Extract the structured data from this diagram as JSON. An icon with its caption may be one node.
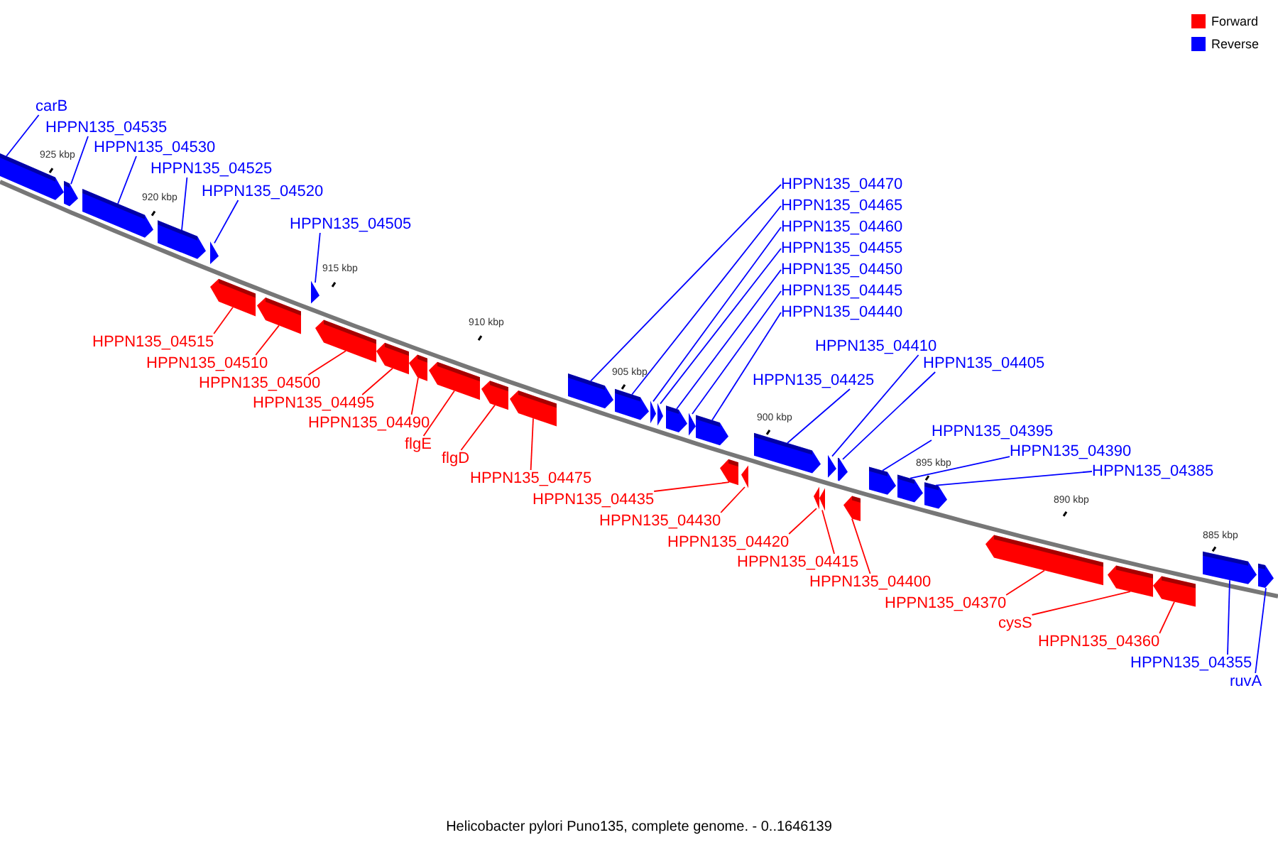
{
  "diagram": {
    "caption": "Helicobacter pylori Puno135, complete genome. - 0..1646139",
    "nodes": [
      {
        "text": [
          "carB"
        ]
      },
      {
        "text": [],
        "shape": "bar"
      },
      {
        "text": [
          "HPPN135_04535"
        ]
      },
      {
        "text": [],
        "shape": "bar"
      },
      {
        "text": [
          "HPPN135_04530"
        ]
      },
      {
        "text": [],
        "shape": "bar"
      },
      {
        "text": [
          "HPPN135_04525"
        ]
      },
      {
        "text": [],
        "shape": "bar"
      },
      {
        "text": [
          "HPPN135_04520"
        ]
      },
      {
        "text": [],
        "shape": "bar"
      },
      {
        "text": [
          "HPPN135_04515"
        ]
      },
      {
        "text": [],
        "shape": "bar"
      },
      {
        "text": [
          "HPPN135_04510"
        ]
      },
      {
        "text": [],
        "shape": "bar"
      },
      {
        "text": [
          "HPPN135_04505"
        ]
      },
      {
        "text": [],
        "shape": "bar"
      },
      {
        "text": [
          "HPPN135_04500"
        ]
      },
      {
        "text": [],
        "shape": "bar"
      },
      {
        "text": [
          "HPPN135_04495"
        ]
      },
      {
        "text": [],
        "shape": "bar"
      },
      {
        "text": [
          "HPPN135_04490"
        ]
      },
      {
        "text": [],
        "shape": "bar"
      },
      {
        "text": [
          "flgE"
        ]
      },
      {
        "text": [],
        "shape": "bar"
      },
      {
        "text": [
          "flgD"
        ]
      },
      {
        "text": [],
        "shape": "bar"
      },
      {
        "text": [
          "HPPN135_04475"
        ]
      },
      {
        "text": [],
        "shape": "bar"
      },
      {
        "text": [
          "HPPN135_04470"
        ]
      },
      {
        "text": [],
        "shape": "bar"
      },
      {
        "text": [
          "HPPN135_04465"
        ]
      },
      {
        "text": [],
        "shape": "bar"
      },
      {
        "text": [
          "HPPN135_04460"
        ]
      },
      {
        "text": [],
        "shape": "bar"
      },
      {
        "text": [
          "HPPN135_04455"
        ]
      },
      {
        "text": [],
        "shape": "bar"
      },
      {
        "text": [
          "HPPN135_04450"
        ]
      },
      {
        "text": [],
        "shape": "bar"
      },
      {
        "text": [
          "HPPN135_04445"
        ]
      },
      {
        "text": [],
        "shape": "bar"
      },
      {
        "text": [
          "HPPN135_04440"
        ]
      },
      {
        "text": [],
        "shape": "bar"
      },
      {
        "text": [
          "HPPN135_04435"
        ]
      },
      {
        "text": [],
        "shape": "bar"
      },
      {
        "text": [
          "HPPN135_04430"
        ]
      },
      {
        "text": [],
        "shape": "bar"
      },
      {
        "text": [
          "HPPN135_04425"
        ]
      },
      {
        "text": [],
        "shape": "bar"
      },
      {
        "text": [
          "HPPN135_04420"
        ]
      },
      {
        "text": [],
        "shape": "bar"
      },
      {
        "text": [
          "HPPN135_04415"
        ]
      },
      {
        "text": [],
        "shape": "bar"
      },
      {
        "text": [
          "HPPN135_04410"
        ]
      },
      {
        "text": [],
        "shape": "bar"
      },
      {
        "text": [
          "HPPN135_04405"
        ]
      },
      {
        "text": [],
        "shape": "bar"
      },
      {
        "text": [
          "HPPN135_04400"
        ]
      },
      {
        "text": [],
        "shape": "bar"
      },
      {
        "text": [
          "HPPN135_04395"
        ]
      },
      {
        "text": [],
        "shape": "bar"
      },
      {
        "text": [
          "HPPN135_04390"
        ]
      },
      {
        "text": [],
        "shape": "bar"
      },
      {
        "text": [
          "HPPN135_04385"
        ]
      },
      {
        "text": [],
        "shape": "bar"
      },
      {
        "text": [
          "HPPN135_04370"
        ]
      },
      {
        "text": [],
        "shape": "bar"
      },
      {
        "text": [
          "cysS"
        ]
      },
      {
        "text": [],
        "shape": "bar"
      },
      {
        "text": [
          "HPPN135_04360"
        ]
      },
      {
        "text": [],
        "shape": "bar"
      },
      {
        "text": [
          "HPPN135_04355"
        ]
      },
      {
        "text": [],
        "shape": "bar"
      },
      {
        "text": [
          "ruvA"
        ]
      },
      {
        "text": [],
        "shape": "bar"
      }
    ],
    "edges": [
      {
        "from": 0,
        "to": 1,
        "arrow": "none",
        "color": "#0000ff"
      },
      {
        "from": 2,
        "to": 3,
        "arrow": "none",
        "color": "#0000ff"
      },
      {
        "from": 4,
        "to": 5,
        "arrow": "none",
        "color": "#0000ff"
      },
      {
        "from": 6,
        "to": 7,
        "arrow": "none",
        "color": "#0000ff"
      },
      {
        "from": 8,
        "to": 9,
        "arrow": "none",
        "color": "#0000ff"
      },
      {
        "from": 10,
        "to": 11,
        "arrow": "none",
        "color": "#ff0000"
      },
      {
        "from": 12,
        "to": 13,
        "arrow": "none",
        "color": "#ff0000"
      },
      {
        "from": 14,
        "to": 15,
        "arrow": "none",
        "color": "#0000ff"
      },
      {
        "from": 16,
        "to": 17,
        "arrow": "none",
        "color": "#ff0000"
      },
      {
        "from": 18,
        "to": 19,
        "arrow": "none",
        "color": "#ff0000"
      },
      {
        "from": 20,
        "to": 21,
        "arrow": "none",
        "color": "#ff0000"
      },
      {
        "from": 22,
        "to": 23,
        "arrow": "none",
        "color": "#ff0000"
      },
      {
        "from": 24,
        "to": 25,
        "arrow": "none",
        "color": "#ff0000"
      },
      {
        "from": 26,
        "to": 27,
        "arrow": "none",
        "color": "#ff0000"
      },
      {
        "from": 28,
        "to": 29,
        "arrow": "none",
        "color": "#0000ff"
      },
      {
        "from": 30,
        "to": 31,
        "arrow": "none",
        "color": "#0000ff"
      },
      {
        "from": 32,
        "to": 33,
        "arrow": "none",
        "color": "#0000ff"
      },
      {
        "from": 34,
        "to": 35,
        "arrow": "none",
        "color": "#0000ff"
      },
      {
        "from": 36,
        "to": 37,
        "arrow": "none",
        "color": "#0000ff"
      },
      {
        "from": 38,
        "to": 39,
        "arrow": "none",
        "color": "#0000ff"
      },
      {
        "from": 40,
        "to": 41,
        "arrow": "none",
        "color": "#0000ff"
      },
      {
        "from": 42,
        "to": 43,
        "arrow": "none",
        "color": "#ff0000"
      },
      {
        "from": 44,
        "to": 45,
        "arrow": "none",
        "color": "#ff0000"
      },
      {
        "from": 46,
        "to": 47,
        "arrow": "none",
        "color": "#0000ff"
      },
      {
        "from": 48,
        "to": 49,
        "arrow": "none",
        "color": "#ff0000"
      },
      {
        "from": 50,
        "to": 51,
        "arrow": "none",
        "color": "#ff0000"
      },
      {
        "from": 52,
        "to": 53,
        "arrow": "none",
        "color": "#0000ff"
      },
      {
        "from": 54,
        "to": 55,
        "arrow": "none",
        "color": "#0000ff"
      },
      {
        "from": 56,
        "to": 57,
        "arrow": "none",
        "color": "#ff0000"
      },
      {
        "from": 58,
        "to": 59,
        "arrow": "none",
        "color": "#0000ff"
      },
      {
        "from": 60,
        "to": 61,
        "arrow": "none",
        "color": "#0000ff"
      },
      {
        "from": 62,
        "to": 63,
        "arrow": "none",
        "color": "#0000ff"
      },
      {
        "from": 64,
        "to": 65,
        "arrow": "none",
        "color": "#ff0000"
      },
      {
        "from": 66,
        "to": 67,
        "arrow": "none",
        "color": "#ff0000"
      },
      {
        "from": 68,
        "to": 69,
        "arrow": "none",
        "color": "#ff0000"
      },
      {
        "from": 70,
        "to": 71,
        "arrow": "none",
        "color": "#0000ff"
      },
      {
        "from": 72,
        "to": 73,
        "arrow": "none",
        "color": "#0000ff"
      }
    ],
    "labels": [
      "925 kbp",
      "920 kbp",
      "915 kbp",
      "910 kbp",
      "905 kbp",
      "900 kbp",
      "895 kbp",
      "890 kbp",
      "885 kbp"
    ],
    "legend": [
      {
        "text": "Forward",
        "color": "#ff0000"
      },
      {
        "text": "Reverse",
        "color": "#0000ff"
      }
    ]
  }
}
